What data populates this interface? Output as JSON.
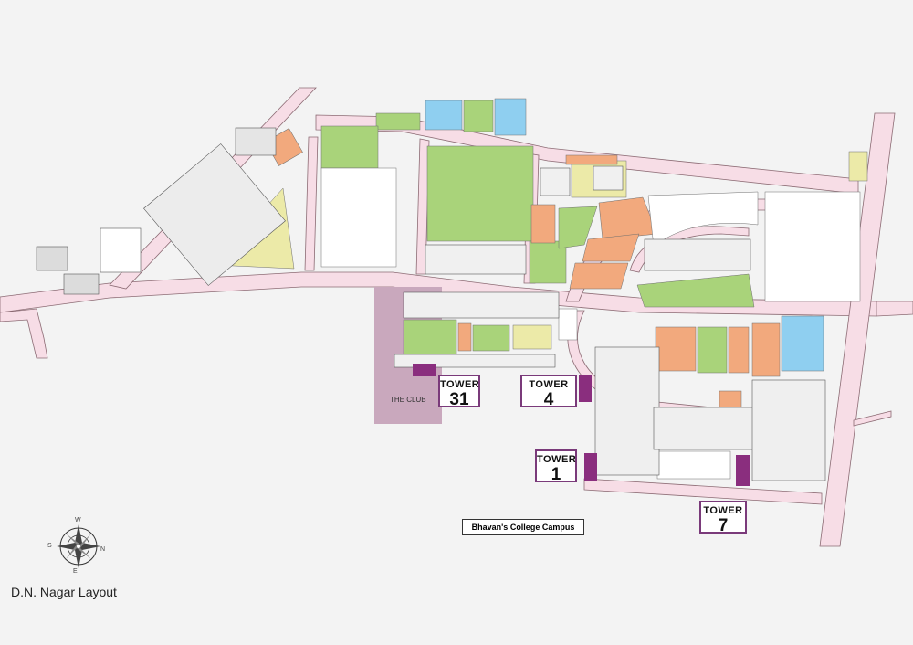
{
  "map": {
    "title": "D.N. Nagar Layout",
    "campus_label": "Bhavan's College Campus",
    "club_label": "THE CLUB",
    "towers": [
      {
        "label": "TOWER",
        "number": "31"
      },
      {
        "label": "TOWER",
        "number": "4"
      },
      {
        "label": "TOWER",
        "number": "1"
      },
      {
        "label": "TOWER",
        "number": "7"
      }
    ],
    "compass": {
      "n": "N",
      "s": "S",
      "e": "E",
      "w": "W"
    },
    "colors": {
      "background": "#f3f3f3",
      "road": "#f7dde6",
      "road_edge": "#8c6b74",
      "green": "#a9d37a",
      "salmon": "#f2a97d",
      "blue": "#8fcff0",
      "yellow": "#eceaa8",
      "club": "#c9a8bd",
      "tower_site": "#8a2e7e"
    }
  }
}
